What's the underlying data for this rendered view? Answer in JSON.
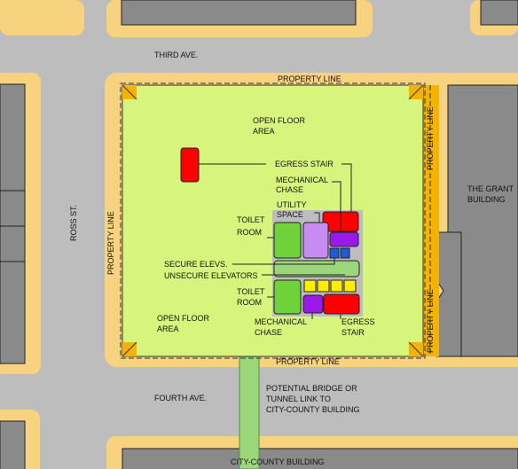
{
  "streets": {
    "third_ave": "THIRD AVE.",
    "fourth_ave": "FOURTH AVE.",
    "ross_st": "ROSS ST."
  },
  "property_line": "PROPERTY LINE",
  "buildings": {
    "grant_line1": "THE GRANT",
    "grant_line2": "BUILDING",
    "city_county": "CITY-COUNTY BUILDING"
  },
  "areas": {
    "open_floor_line1": "OPEN FLOOR",
    "open_floor_line2": "AREA"
  },
  "core": {
    "egress_stair": "EGRESS STAIR",
    "egress_stair_2": "EGRESS",
    "stair_2": "STAIR",
    "mechanical": "MECHANICAL",
    "chase": "CHASE",
    "utility": "UTILITY",
    "space": "SPACE",
    "toilet": "TOILET",
    "room": "ROOM",
    "secure_elevs": "SECURE ELEVS.",
    "unsecure_elevators": "UNSECURE ELEVATORS"
  },
  "link_note": {
    "line1": "POTENTIAL BRIDGE OR",
    "line2": "TUNNEL LINK TO",
    "line3": "CITY-COUNTY BUILDING"
  },
  "colors": {
    "street": "#bdbdbd",
    "sidewalk": "#f7d37f",
    "building": "#8a8a8a",
    "floor": "#d7f57c",
    "stair": "#ff0000",
    "toilet": "#6fd23a",
    "mechanical": "#9b19e8",
    "utility": "#c78cf2",
    "elevator_secure": "#1f5ad8",
    "elevator_unsecure": "#ffee00",
    "link": "#9bd67a"
  }
}
